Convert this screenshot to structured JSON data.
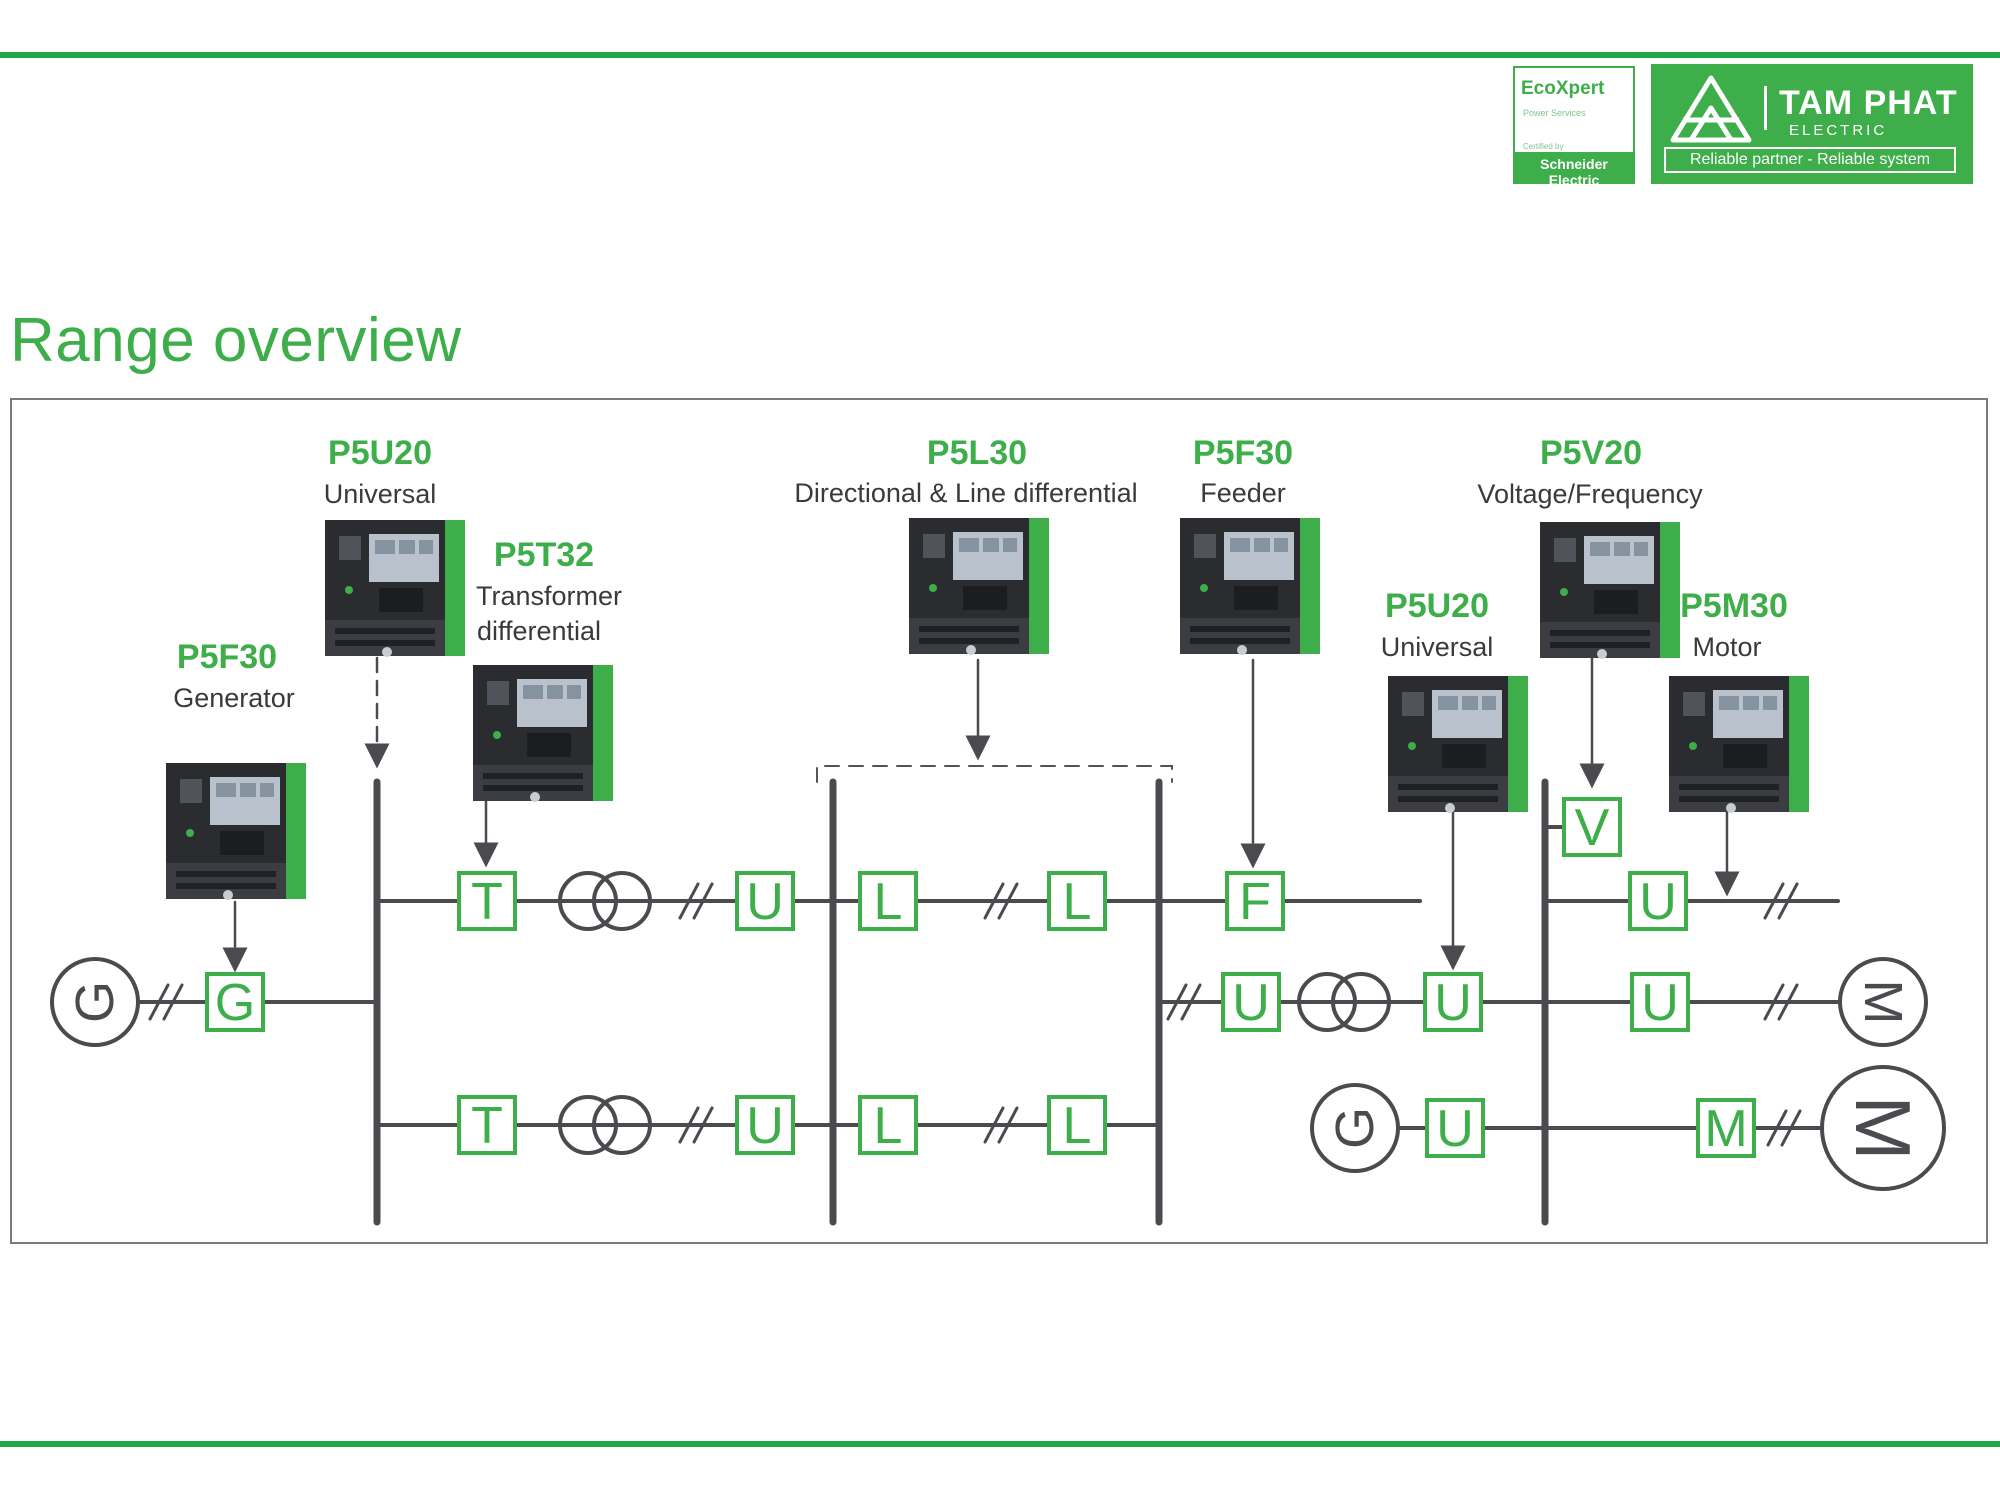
{
  "page": {
    "title": "Range overview"
  },
  "logos": {
    "ecoxpert": {
      "name": "EcoXpert",
      "tagline": "Power Services",
      "certified": "Certified by",
      "brand": "Schneider Electric"
    },
    "tamphat": {
      "name": "TAM PHAT",
      "sub": "ELECTRIC",
      "slogan": "Reliable partner - Reliable system"
    }
  },
  "colors": {
    "accent": "#3dae49",
    "line": "#4a4a4f",
    "relay_body": "#2a2c30"
  },
  "products": [
    {
      "code": "P5U20",
      "desc": "Universal"
    },
    {
      "code": "P5T32",
      "desc1": "Transformer",
      "desc2": "differential"
    },
    {
      "code": "P5F30",
      "desc": "Generator"
    },
    {
      "code": "P5L30",
      "desc": "Directional & Line differential"
    },
    {
      "code": "P5F30",
      "desc": "Feeder"
    },
    {
      "code": "P5V20",
      "desc": "Voltage/Frequency"
    },
    {
      "code": "P5U20",
      "desc": "Universal"
    },
    {
      "code": "P5M30",
      "desc": "Motor"
    }
  ],
  "protection_boxes": [
    "T",
    "U",
    "L",
    "L",
    "F",
    "V",
    "U",
    "G",
    "U",
    "U",
    "U",
    "T",
    "U",
    "L",
    "L",
    "U",
    "M"
  ],
  "machines": {
    "generator": "G",
    "motor": "M"
  }
}
